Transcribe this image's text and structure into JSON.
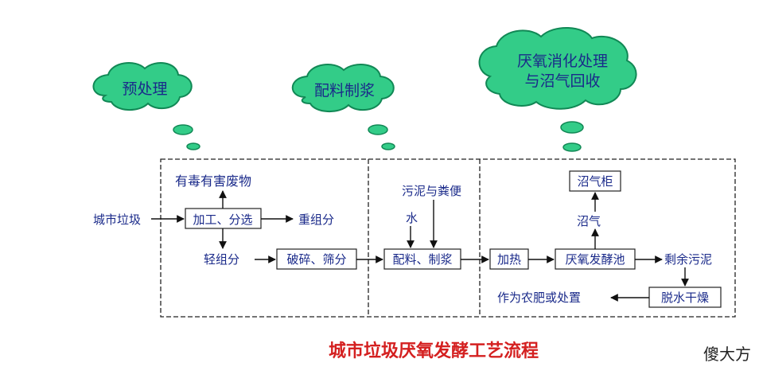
{
  "clouds": {
    "pretreat": "预处理",
    "mixing": "配料制浆",
    "digest_line1": "厌氧消化处理",
    "digest_line2": "与沼气回收"
  },
  "nodes": {
    "input": "城市垃圾",
    "process1": "加工、分选",
    "organic": "有毒有害废物",
    "heavy": "重组分",
    "light": "轻组分",
    "crush": "破碎、筛分",
    "sludge_feces": "污泥与粪便",
    "water": "水",
    "mix": "配料、制浆",
    "heat": "加热",
    "digester": "厌氧发酵池",
    "biogas": "沼气",
    "gasholder": "沼气柜",
    "residual_sludge": "剩余污泥",
    "dewater": "脱水干燥",
    "fertilizer": "作为农肥或处置"
  },
  "title": "城市垃圾厌氧发酵工艺流程",
  "watermark": "傻大方",
  "colors": {
    "text_blue": "#1a2a8a",
    "cloud_fill": "#33cc88",
    "cloud_stroke": "#118855",
    "box_stroke": "#222222",
    "title_red": "#d42020"
  }
}
